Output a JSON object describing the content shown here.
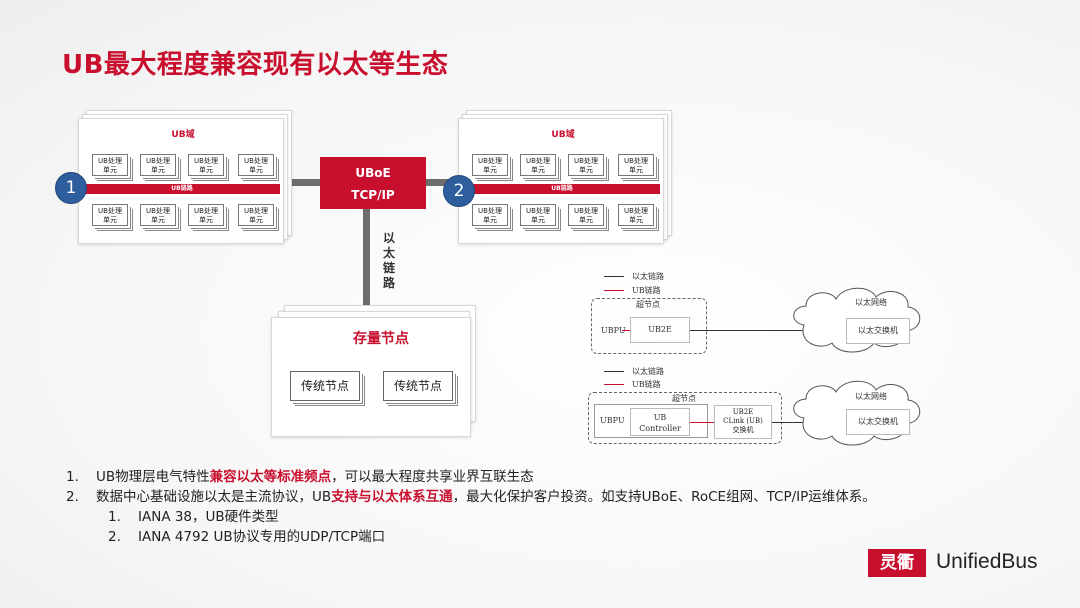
{
  "title": "UB最大程度兼容现有以太等生态",
  "diagram": {
    "domain_title": "UB域",
    "unit_label_line1": "UB处理",
    "unit_label_line2": "单元",
    "bus_label": "UB链路",
    "badge_left": "1",
    "badge_right": "2",
    "uboe_line1": "UBoE",
    "uboe_line2": "TCP/IP",
    "eth_link_chars": [
      "以",
      "太",
      "链",
      "路"
    ],
    "storage_title": "存量节点",
    "traditional_node": "传统节点",
    "colors": {
      "accent": "#c8102e",
      "badge": "#2e5e9e",
      "link_gray": "#6d6d6d"
    }
  },
  "topology_a": {
    "legend_eth": "以太链路",
    "legend_ub": "UB链路",
    "supernode": "超节点",
    "ubpu": "UBPU",
    "ub2e": "UB2E",
    "cloud": "以太网络",
    "switch": "以太交换机"
  },
  "topology_b": {
    "legend_eth": "以太链路",
    "legend_ub": "UB链路",
    "supernode": "超节点",
    "ubpu": "UBPU",
    "controller_line1": "UB",
    "controller_line2": "Controller",
    "ub2e": "UB2E",
    "clink_line1": "CLink (UB)",
    "clink_line2": "交换机",
    "cloud": "以太网络",
    "switch": "以太交换机"
  },
  "notes": [
    {
      "num": "1.",
      "pre": "UB物理层电气特性",
      "hl": "兼容以太等标准频点",
      "post": "，可以最大程度共享业界互联生态"
    },
    {
      "num": "2.",
      "pre": "数据中心基础设施以太是主流协议，UB",
      "hl": "支持与以太体系互通",
      "post": "，最大化保护客户投资。如支持UBoE、RoCE组网、TCP/IP运维体系。"
    }
  ],
  "subnotes": [
    {
      "num": "1.",
      "text": "IANA 38，UB硬件类型"
    },
    {
      "num": "2.",
      "text": "IANA 4792 UB协议专用的UDP/TCP端口"
    }
  ],
  "logo": {
    "mark": "灵衢",
    "text": "UnifiedBus"
  }
}
